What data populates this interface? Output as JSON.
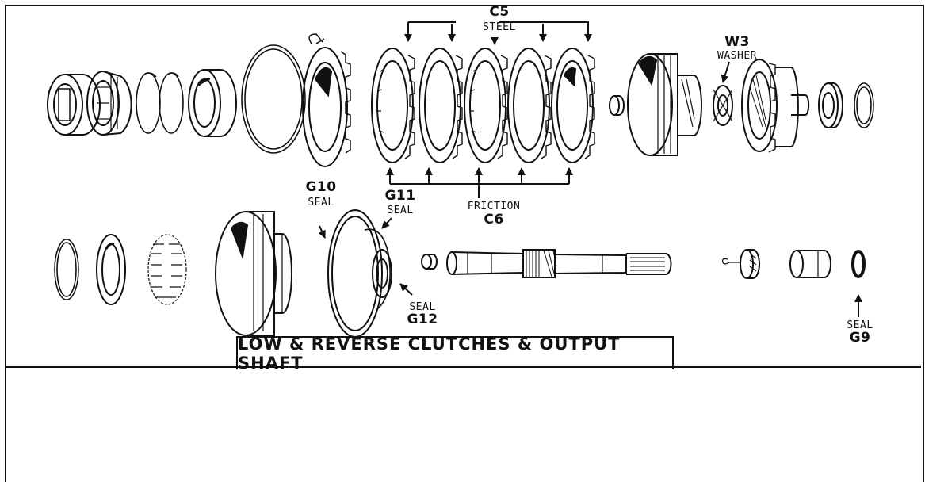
{
  "diagram": {
    "title": "LOW & REVERSE CLUTCHES & OUTPUT SHAFT",
    "labels": {
      "c5_code": "C5",
      "c5_name": "STEEL",
      "w3_code": "W3",
      "w3_name": "WASHER",
      "c6_name": "FRICTION",
      "c6_code": "C6",
      "g10_code": "G10",
      "g10_name": "SEAL",
      "g11_code": "G11",
      "g11_name": "SEAL",
      "g12_name": "SEAL",
      "g12_code": "G12",
      "g9_name": "SEAL",
      "g9_code": "G9"
    },
    "parts": {
      "top_row": [
        "bearing",
        "roller-bearing",
        "snap-rings",
        "thrust-bearing",
        "large-snap-ring",
        "clutch-hub",
        "clutch-pack",
        "bushing",
        "planetary-carrier",
        "washer",
        "ring-gear",
        "bearing-race",
        "thrust-washer"
      ],
      "bottom_row": [
        "snap-ring",
        "spring-retainer",
        "return-springs",
        "reverse-clutch-piston-housing",
        "piston-seal-assembly",
        "bushing",
        "output-shaft",
        "speedometer-gear",
        "sleeve",
        "seal-ring"
      ]
    },
    "colors": {
      "ink": "#111111",
      "paper": "#ffffff"
    }
  }
}
